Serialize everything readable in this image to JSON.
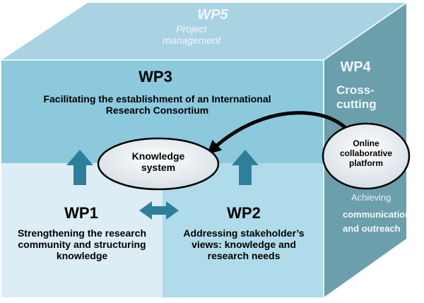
{
  "wp5": {
    "code": "WP5",
    "title": "Project\nmanagement"
  },
  "wp3": {
    "code": "WP3",
    "title": "Facilitating the establishment of an International\nResearch Consortium"
  },
  "wp4": {
    "code": "WP4",
    "title": "Cross-\ncutting",
    "subtitle_light": "Achieving",
    "subtitle_bold": "communication\nand outreach"
  },
  "knowledge": {
    "label": "Knowledge\nsystem"
  },
  "platform": {
    "label": "Online\ncollaborative\nplatform"
  },
  "wp1": {
    "code": "WP1",
    "title": "Strengthening the research\ncommunity and structuring\nknowledge"
  },
  "wp2": {
    "code": "WP2",
    "title": "Addressing stakeholder’s\nviews: knowledge and\nresearch needs"
  },
  "colors": {
    "top_face": "#a9d3e3",
    "front_upper": "#8cc9dd",
    "front_lower_left": "#dcedf5",
    "front_lower_right": "#b0dbea",
    "side_face": "#6a9fab",
    "arrow": "#2f7f9b"
  }
}
